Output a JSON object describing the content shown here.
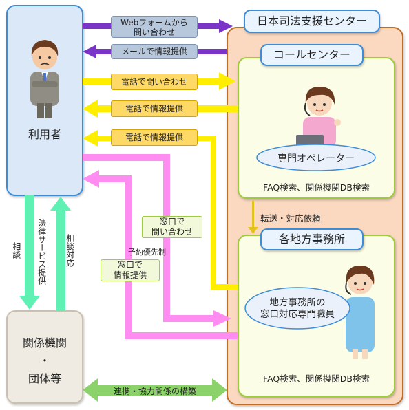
{
  "user_label": "利用者",
  "org_label": "関係機関\n・\n団体等",
  "center_title": "日本司法支援センター",
  "callcenter_title": "コールセンター",
  "operator_label": "専門オペレーター",
  "callcenter_search": "FAQ検索、関係機関DB検索",
  "transfer_label": "転送・対応依頼",
  "regional_title": "各地方事務所",
  "staff_label": "地方事務所の\n窓口対応専門職員",
  "regional_search": "FAQ検索、関係機関DB検索",
  "arrows": {
    "web_inquiry": "Webフォームから\n問い合わせ",
    "mail_info": "メールで情報提供",
    "phone_inquiry": "電話で問い合わせ",
    "phone_info_1": "電話で情報提供",
    "phone_info_2": "電話で情報提供",
    "window_inquiry": "窓口で\n問い合わせ",
    "reservation": "予約優先制",
    "window_info": "窓口で\n情報提供",
    "consult": "相談",
    "legal_service": "法律サービス提供",
    "consult_response": "相談対応",
    "cooperation": "連携・協力関係の構築"
  },
  "colors": {
    "purple_arrow": "#7a35c8",
    "yellow_arrow": "#ffee00",
    "pink_arrow": "#ff8cf0",
    "mint_arrow": "#5ff0b4",
    "green_arrow": "#8bd26a",
    "center_fill": "#fbd9c0",
    "center_border": "#bf6d28",
    "sub_fill": "#fbfde6",
    "sub_border": "#9ccc3c",
    "user_fill": "#dbe8f7",
    "user_border": "#3c8cd7"
  }
}
